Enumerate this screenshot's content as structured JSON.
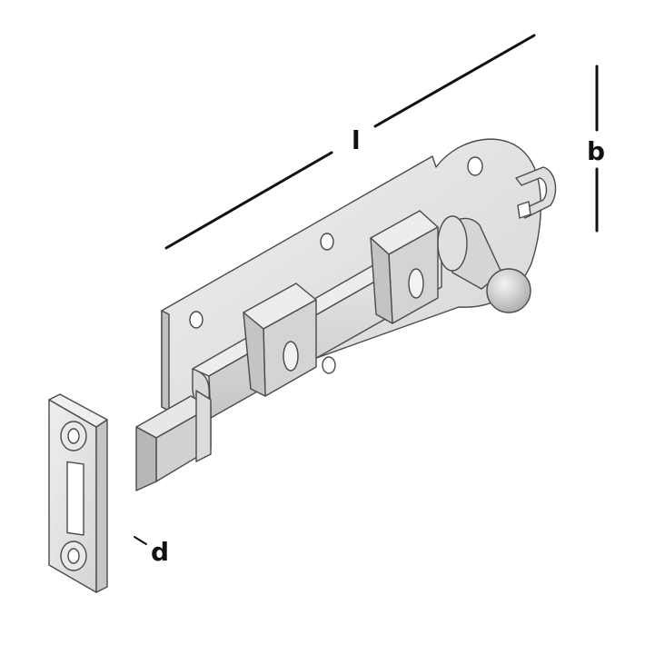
{
  "labels": {
    "length": "l",
    "width": "b",
    "thickness": "d"
  },
  "colors": {
    "metal_light": "#e4e5e6",
    "metal_mid": "#cfd1d3",
    "metal_dark": "#b4b6b8",
    "outline": "#4a4a4a",
    "dimension_line": "#111111"
  }
}
